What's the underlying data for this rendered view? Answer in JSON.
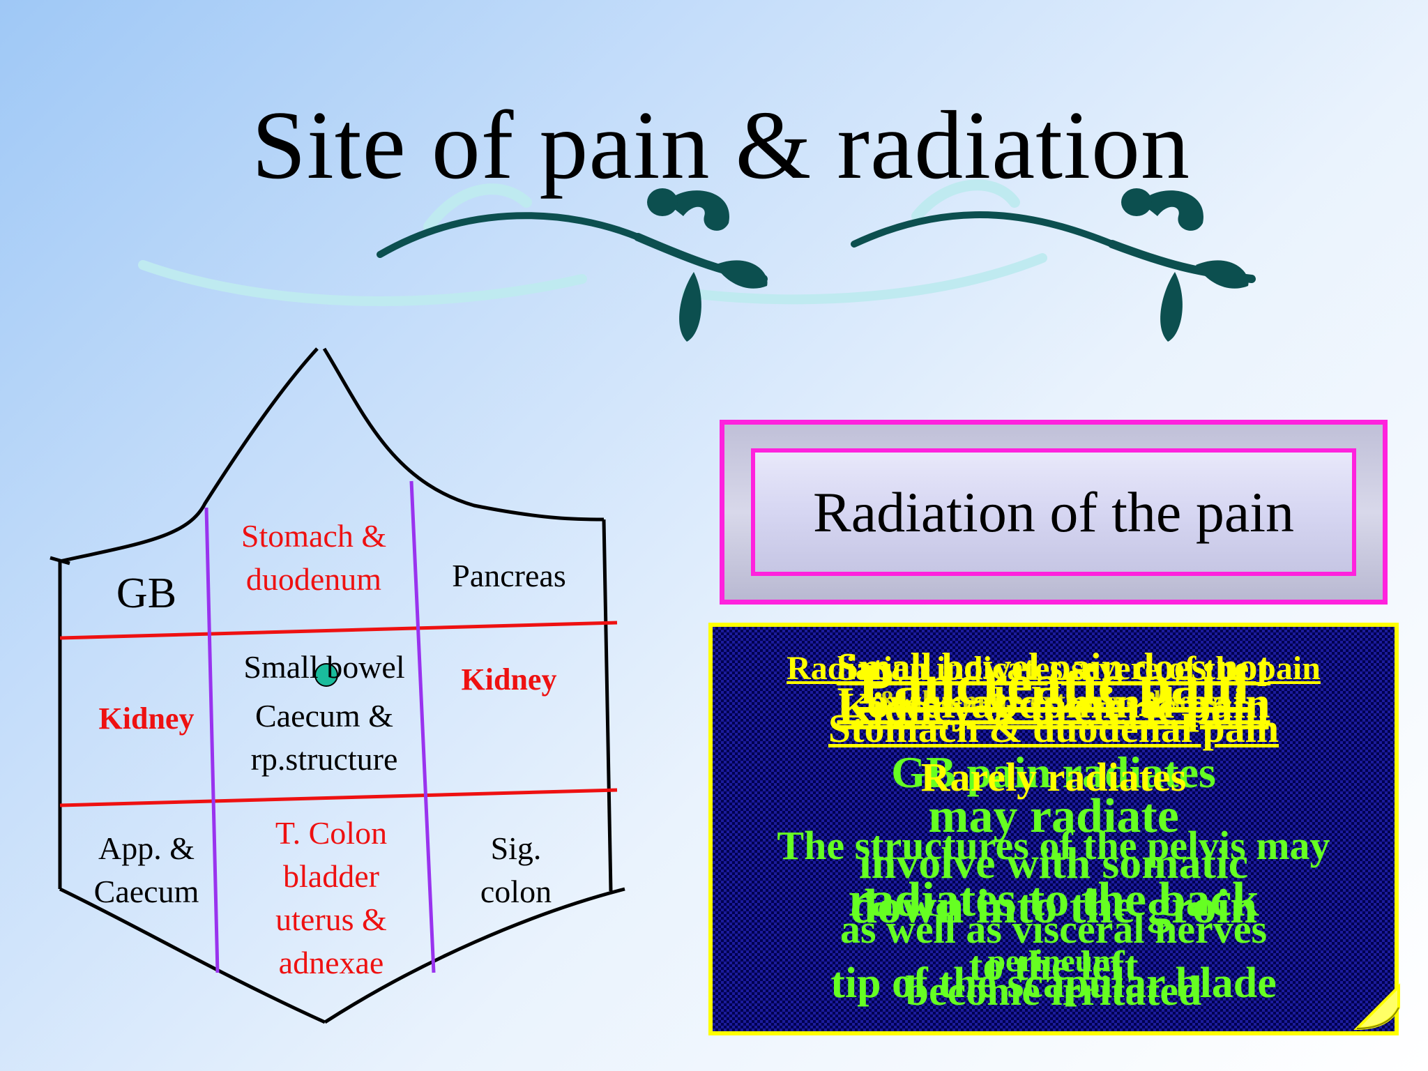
{
  "slide": {
    "title": "Site of pain & radiation"
  },
  "abdomen_map": {
    "regions": {
      "gb": "GB",
      "stomach_line1": "Stomach &",
      "stomach_line2": "duodenum",
      "pancreas": "Pancreas",
      "kidney_left": "Kidney",
      "small_bowel": "Small bowel",
      "caecum_line1": "Caecum &",
      "caecum_line2": "rp.structure",
      "kidney_right": "Kidney",
      "app_line1": "App. &",
      "app_line2": "Caecum",
      "tcolon_line1": "T. Colon",
      "tcolon_line2": "bladder",
      "tcolon_line3": "uterus &",
      "tcolon_line4": "adnexae",
      "sig_line1": "Sig.",
      "sig_line2": "colon"
    },
    "colors": {
      "outline": "#000000",
      "horizontal_lines": "#ee1111",
      "vertical_lines": "#9933ee",
      "umbilicus": "#1abc9c"
    }
  },
  "radiation_box": {
    "title": "Radiation of the pain",
    "border_color": "#ff22dd"
  },
  "notes_box": {
    "lines": [
      "Radiation indicates severe of the pain",
      "& also more extensive disease",
      "Small bowel pain does not",
      "Pancreatic pain",
      "Lower abdominal pain",
      "Kidney & ureteric pain",
      "Stomach & duodenal pain",
      "GB pain radiates",
      "Rarely radiates",
      "may radiate",
      "The structures of the pelvis may",
      "involve with somatic",
      "radiates to the back",
      "down into the groin",
      "as well as visceral nerves",
      "perineum",
      "to the left",
      "tip of the scapular blade",
      "become irritated"
    ],
    "colors": {
      "background": "#1c1c9c",
      "border": "#ffff00",
      "yellow_text": "#ffff00",
      "green_text": "#66ff22"
    }
  }
}
